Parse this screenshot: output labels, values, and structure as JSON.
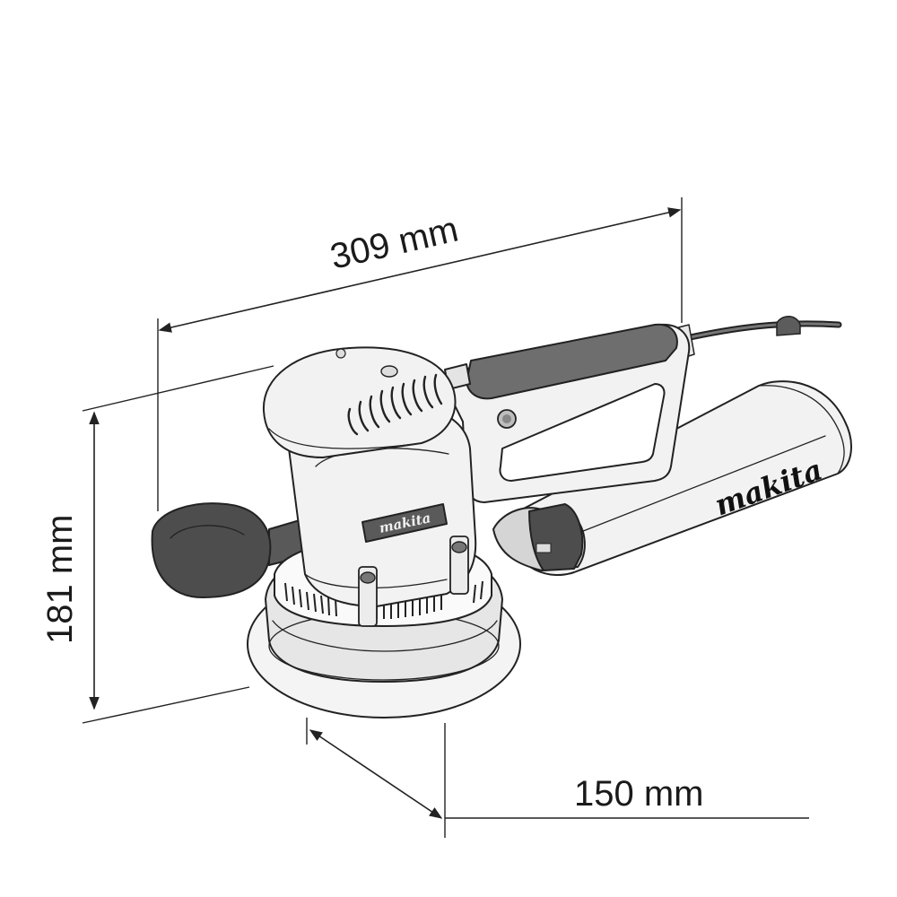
{
  "dimensions": {
    "length": "309 mm",
    "height": "181 mm",
    "pad_diameter": "150 mm"
  },
  "brand": {
    "dust_bag_logo": "makita",
    "housing_badge": "makita"
  }
}
